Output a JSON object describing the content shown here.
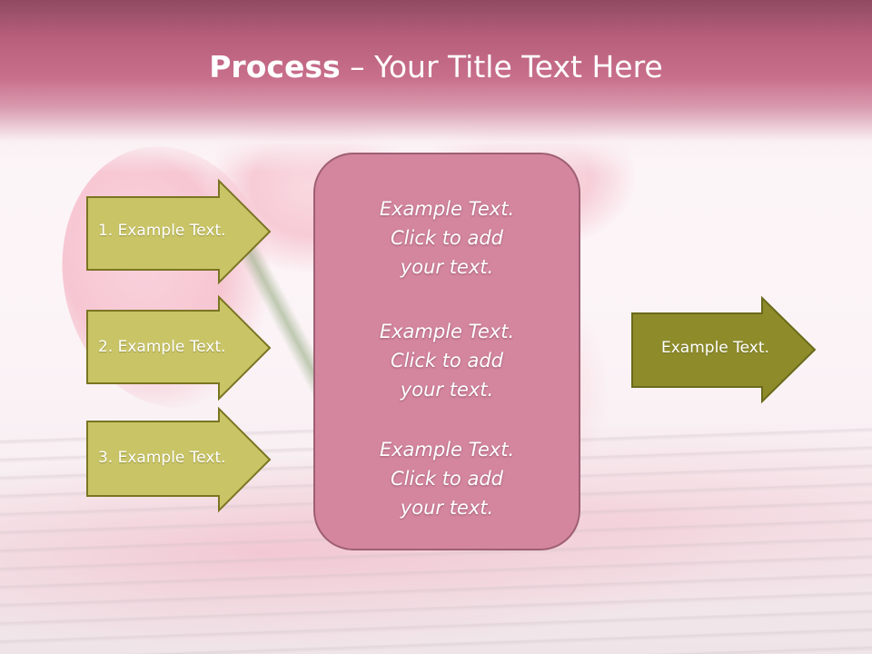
{
  "title": {
    "bold": "Process",
    "dash": " – ",
    "rest": "Your Title Text Here"
  },
  "left_arrows": [
    {
      "label": "1. Example Text."
    },
    {
      "label": "2. Example Text."
    },
    {
      "label": "3. Example Text."
    }
  ],
  "center_box": {
    "paragraphs": [
      {
        "line1": "Example Text.",
        "line2": "Click  to add",
        "line3": "your text."
      },
      {
        "line1": "Example Text.",
        "line2": "Click  to add",
        "line3": "your text."
      },
      {
        "line1": "Example Text.",
        "line2": "Click  to add",
        "line3": "your text."
      }
    ]
  },
  "right_arrow": {
    "label": "Example Text."
  },
  "colors": {
    "title_band": "#c86f8c",
    "left_arrow_fill": "#c9c466",
    "left_arrow_border": "#7a7522",
    "right_arrow_fill": "#8e8c2a",
    "right_arrow_border": "#6a6a1a",
    "center_box_fill": "#d4869f",
    "center_box_border": "#9e5f74"
  }
}
